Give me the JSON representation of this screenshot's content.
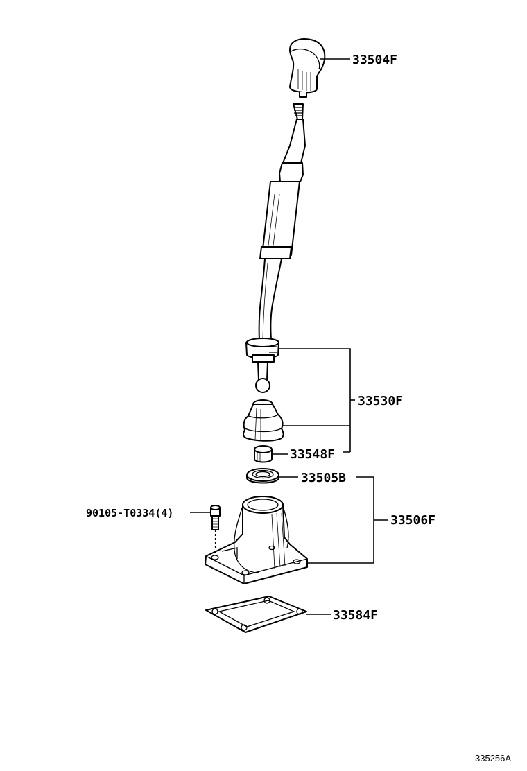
{
  "parts": {
    "knob": "33504F",
    "lever_assembly": "33530F",
    "bushing": "33548F",
    "seal": "33505B",
    "retainer": "33506F",
    "bolt": "90105-T0334(4)",
    "gasket": "33584F"
  },
  "illustration_ref": "335256A"
}
